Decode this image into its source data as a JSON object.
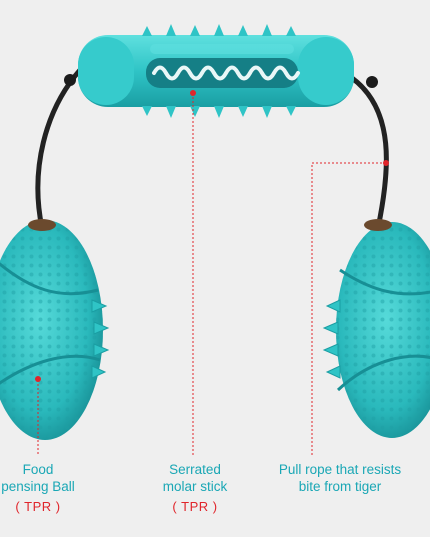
{
  "labels": {
    "ball": {
      "line1": "Food",
      "line2": "pensing Ball",
      "material": "( TPR )"
    },
    "stick": {
      "line1": "Serrated",
      "line2": "molar stick",
      "material": "( TPR )"
    },
    "rope": {
      "line1": "Pull rope that resists",
      "line2": "bite from tiger"
    }
  },
  "colors": {
    "toy": "#2fc4c6",
    "toy_dark": "#1a9ea3",
    "label_text": "#1aa7b5",
    "pointer": "#e0252b",
    "rope": "#222222",
    "background": "#efefef"
  }
}
